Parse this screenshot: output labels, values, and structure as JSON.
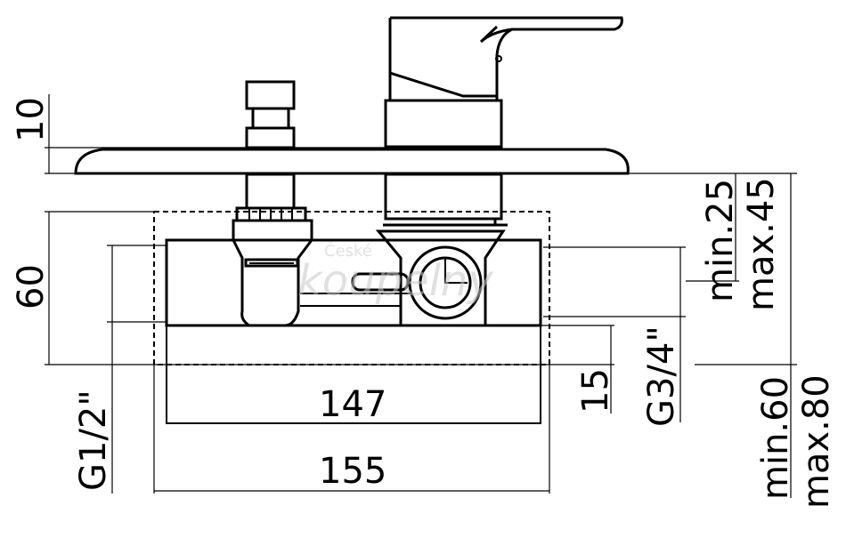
{
  "dimensions": {
    "d10": "10",
    "d60": "60",
    "d147": "147",
    "d155": "155",
    "d15": "15",
    "g12": "G1/2\"",
    "g34": "G3/4\"",
    "min25": "min.25",
    "max45": "max.45",
    "min60": "min.60",
    "max80": "max.80"
  },
  "watermark": {
    "line1": "České",
    "line2": "koupelny"
  }
}
